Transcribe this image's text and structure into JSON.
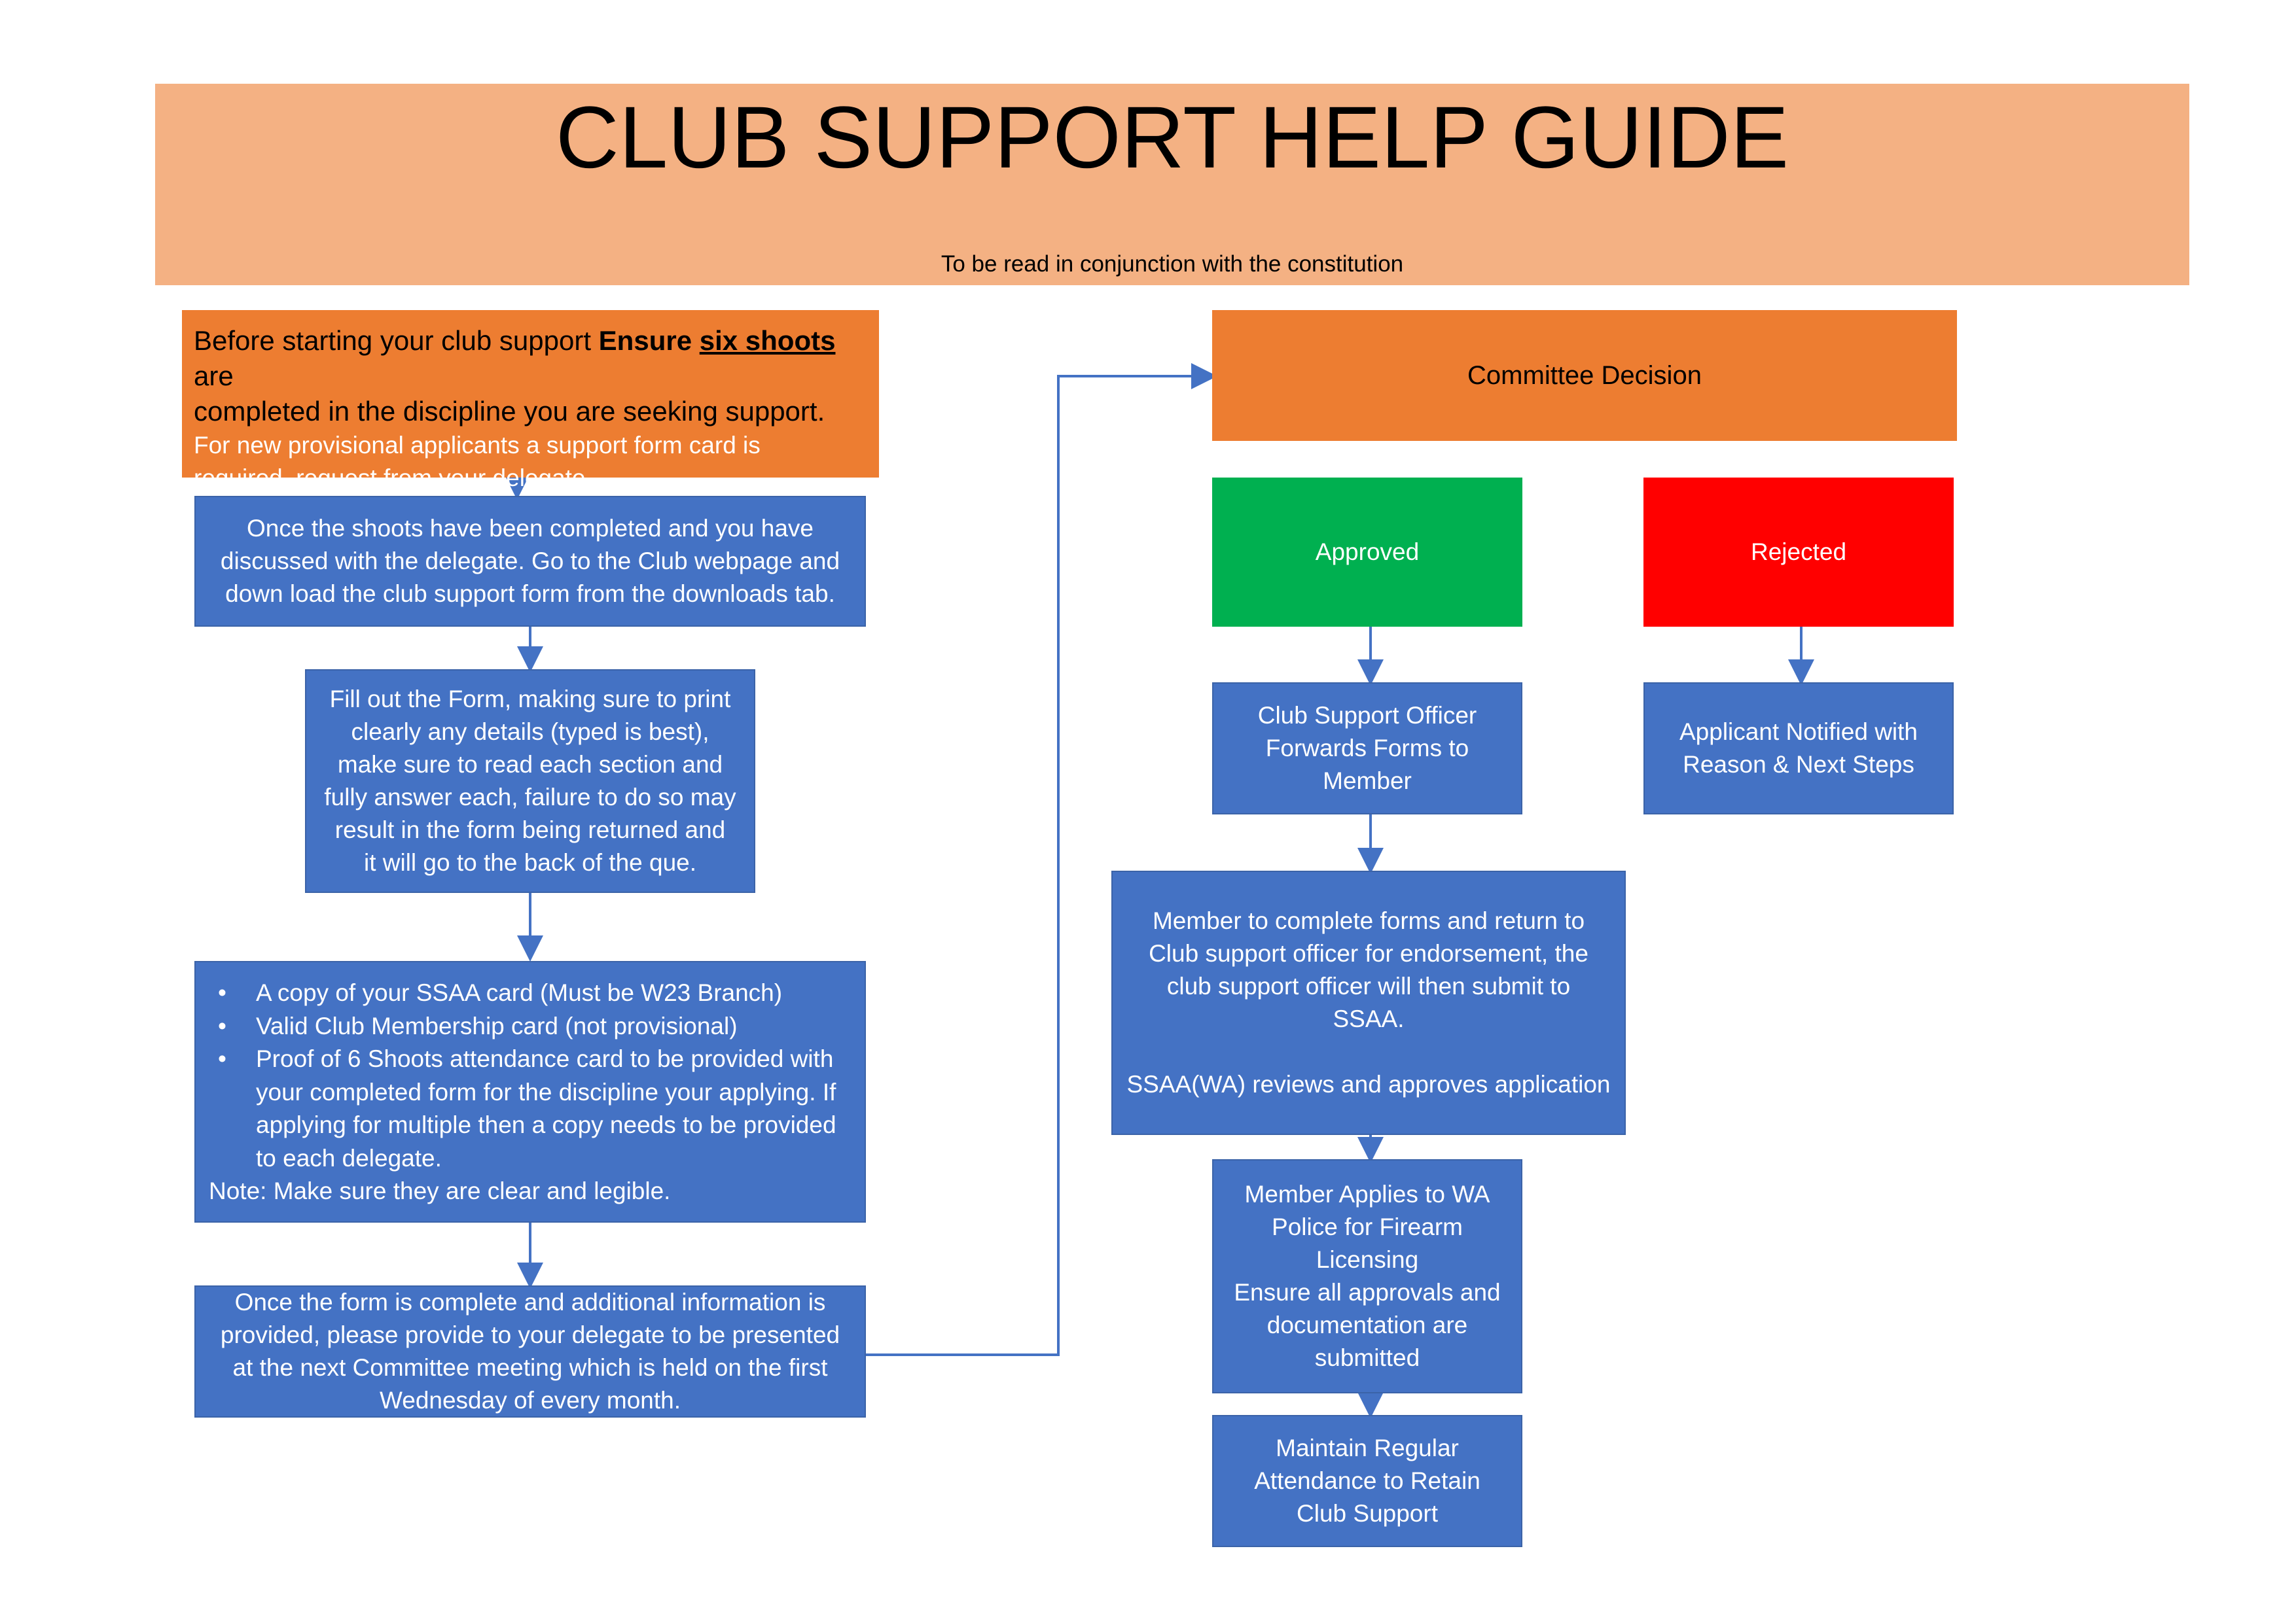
{
  "header": {
    "title": "CLUB SUPPORT HELP GUIDE",
    "subtitle": "To be read in conjunction with the constitution"
  },
  "steps": {
    "intro": {
      "prefix": "Before starting your club support ",
      "ensure": "Ensure",
      "six_shoots": "six shoots",
      "are": " are",
      "line2": "completed in the discipline you are seeking support.",
      "sub1": "For new provisional applicants a support form card is",
      "sub2": "required, request from your delegate ."
    },
    "download": [
      "Once the shoots have been completed and you have",
      "discussed with the delegate. Go to the Club webpage and",
      "down load the club support form from the downloads tab."
    ],
    "fill_form": [
      "Fill out the Form, making sure to print",
      "clearly any details (typed is best),",
      "make sure to read each section and",
      "fully answer each, failure to do so may",
      "result in the form being returned and",
      "it will go to the back of the que."
    ],
    "requirements": {
      "bullet": "•",
      "items": [
        "A copy of your SSAA card (Must be W23 Branch)",
        "Valid Club Membership card (not provisional)",
        "Proof of 6 Shoots attendance card  to be provided with your completed form for the discipline your applying. If applying for multiple then a copy needs to be provided to each delegate."
      ],
      "note": "Note: Make sure they are clear and legible."
    },
    "submit": [
      "Once the form is complete and additional information is",
      "provided, please provide to your delegate to be presented",
      "at the next Committee meeting which is held on the first",
      "Wednesday of every month."
    ]
  },
  "decision": {
    "committee": "Committee Decision",
    "approved": "Approved",
    "rejected": "Rejected",
    "rejected_next": [
      "Applicant Notified with",
      "Reason & Next Steps"
    ],
    "forward": [
      "Club Support Officer",
      "Forwards Forms to",
      "Member"
    ],
    "member_complete": [
      "Member to complete forms and return to",
      "Club support officer for endorsement, the",
      "club support officer will then submit to",
      "SSAA.",
      "",
      "SSAA(WA) reviews and approves application"
    ],
    "police": [
      "Member Applies to WA",
      "Police for Firearm",
      "Licensing",
      "Ensure all approvals and",
      "documentation are",
      "submitted"
    ],
    "maintain": [
      "Maintain Regular",
      "Attendance to Retain",
      "Club Support"
    ]
  },
  "colors": {
    "header": "#f4b183",
    "orange": "#ed7d31",
    "blue": "#4472c4",
    "green": "#00b050",
    "red": "#ff0000",
    "connector": "#4472c4"
  }
}
